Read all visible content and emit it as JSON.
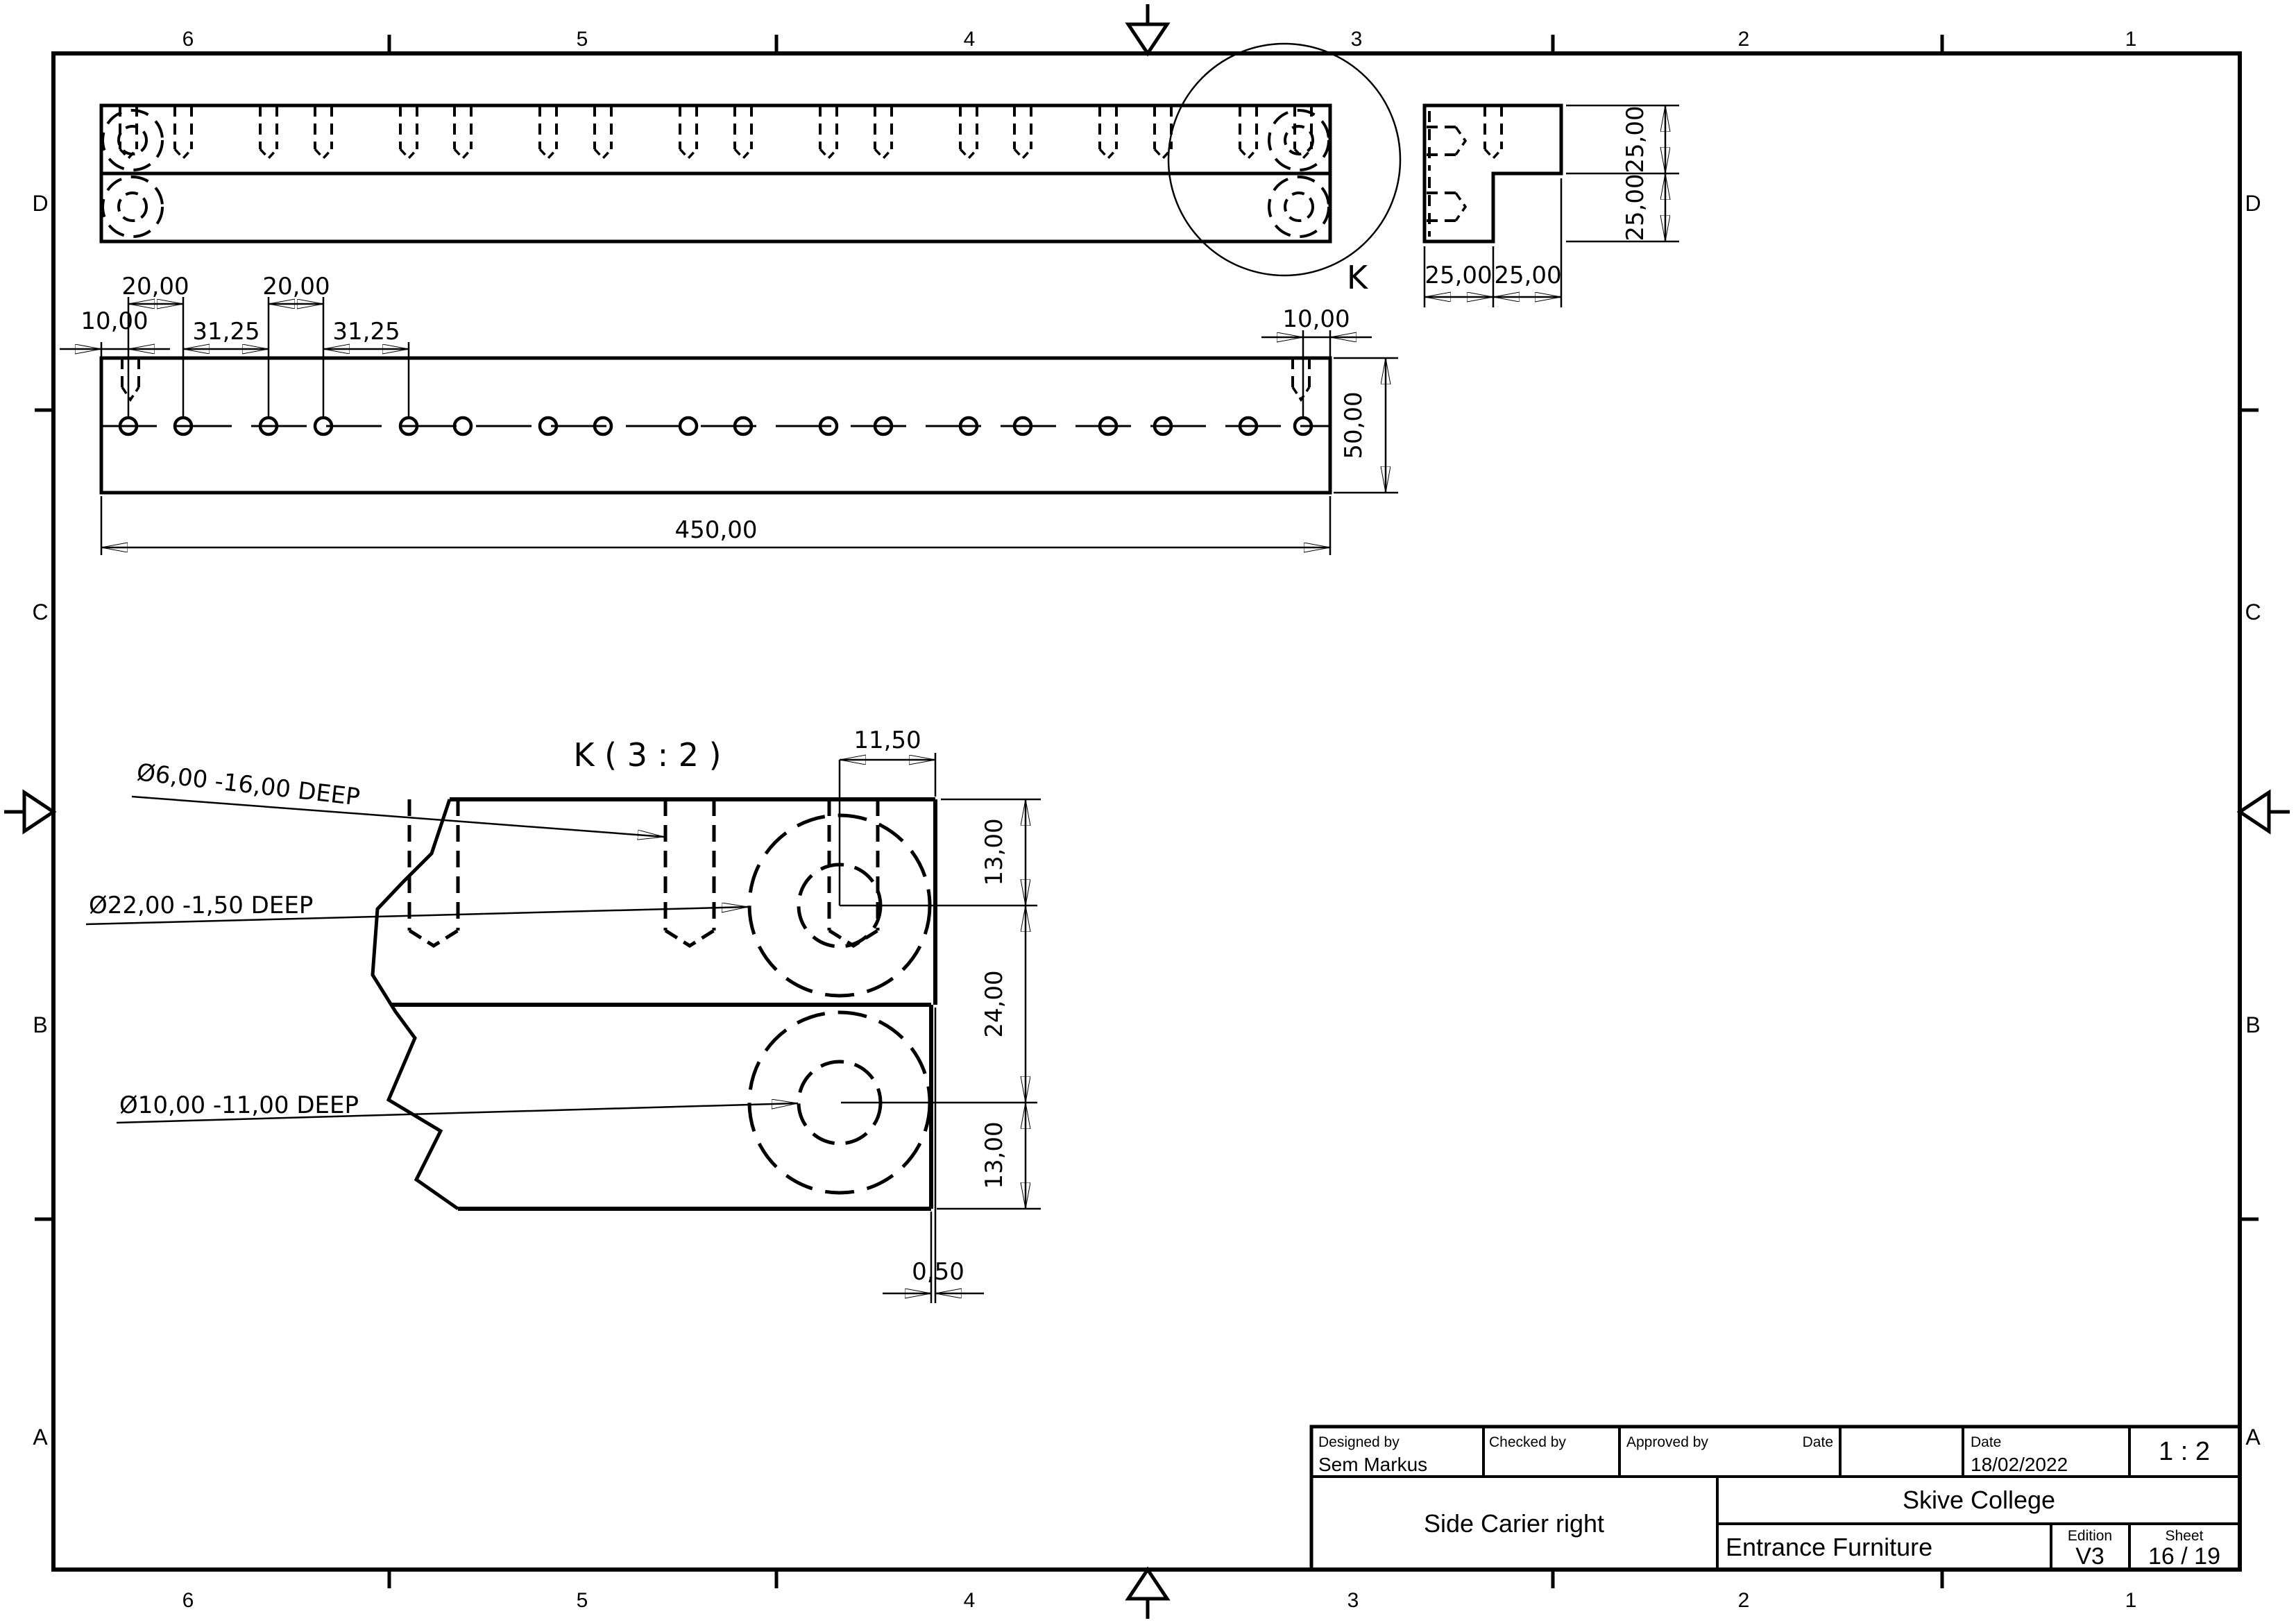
{
  "sheet": {
    "zones_top": [
      "6",
      "5",
      "4",
      "3",
      "2",
      "1"
    ],
    "zones_bottom": [
      "6",
      "5",
      "4",
      "3",
      "2",
      "1"
    ],
    "zones_left": [
      "D",
      "C",
      "B",
      "A"
    ],
    "zones_right": [
      "D",
      "C",
      "B",
      "A"
    ]
  },
  "top_view": {
    "detail_label": "K"
  },
  "front_view": {
    "dim_pair1": "20,00",
    "dim_pair2": "20,00",
    "dim_edge_left": "10,00",
    "dim_gap1": "31,25",
    "dim_gap2": "31,25",
    "dim_edge_right": "10,00",
    "dim_height": "50,00",
    "dim_length": "450,00"
  },
  "end_view": {
    "dim_width1": "25,00",
    "dim_width2": "25,00",
    "dim_height1": "25,00",
    "dim_height2": "25,00"
  },
  "detail_view": {
    "title": "K ( 3 : 2 )",
    "dim_offset": "11,50",
    "dim_top": "13,00",
    "dim_mid": "24,00",
    "dim_bottom": "13,00",
    "dim_step": "0,50",
    "note_hole_6": "Ø6,00 -16,00 DEEP",
    "note_hole_22": "Ø22,00 -1,50 DEEP",
    "note_hole_10": "Ø10,00 -11,00 DEEP"
  },
  "title_block": {
    "designed_by_label": "Designed by",
    "designed_by_value": "Sem Markus",
    "checked_by_label": "Checked by",
    "approved_by_label": "Approved by",
    "date_label_approved": "Date",
    "date_label": "Date",
    "date_value": "18/02/2022",
    "scale": "1 : 2",
    "part_title": "Side Carier right",
    "company": "Skive College",
    "project": "Entrance Furniture",
    "edition_label": "Edition",
    "edition_value": "V3",
    "sheet_label": "Sheet",
    "sheet_value": "16 / 19"
  }
}
